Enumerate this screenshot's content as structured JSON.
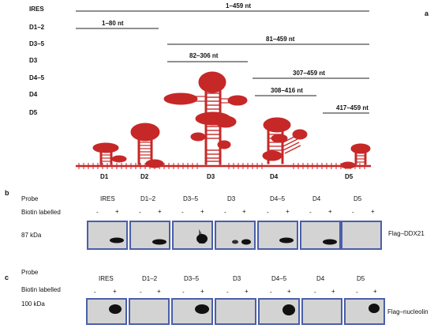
{
  "panel_a": {
    "letter": "a",
    "constructs": [
      {
        "label": "IRES",
        "range": "1–459 nt"
      },
      {
        "label": "D1–2",
        "range": "1–80 nt"
      },
      {
        "label": "D3–5",
        "range": "81–459 nt"
      },
      {
        "label": "D3",
        "range": "82–306 nt"
      },
      {
        "label": "D4–5",
        "range": "307–459 nt"
      },
      {
        "label": "D4",
        "range": "308–416 nt"
      },
      {
        "label": "D5",
        "range": "417–459 nt"
      }
    ],
    "domain_labels": [
      "D1",
      "D2",
      "D3",
      "D4",
      "D5"
    ],
    "rna_color": "#c62828"
  },
  "panel_b": {
    "letter": "b",
    "probe_label": "Probe",
    "biotin_label": "Biotin labelled",
    "lanes": [
      "IRES",
      "D1–2",
      "D3–5",
      "D3",
      "D4–5",
      "D4",
      "D5"
    ],
    "minus": "-",
    "plus": "+",
    "marker": "87 kDa",
    "blot_label": "Flag–DDX21"
  },
  "panel_c": {
    "letter": "c",
    "probe_label": "Probe",
    "biotin_label": "Biotin labelled",
    "lanes": [
      "IRES",
      "D1–2",
      "D3–5",
      "D3",
      "D4–5",
      "D4",
      "D5"
    ],
    "minus": "-",
    "plus": "+",
    "marker": "100 kDa",
    "blot_label": "Flag–nucleolin"
  },
  "colors": {
    "gel_border": "#4a5fa8",
    "gel_bg": "#d3d3d3",
    "band": "#111111"
  }
}
